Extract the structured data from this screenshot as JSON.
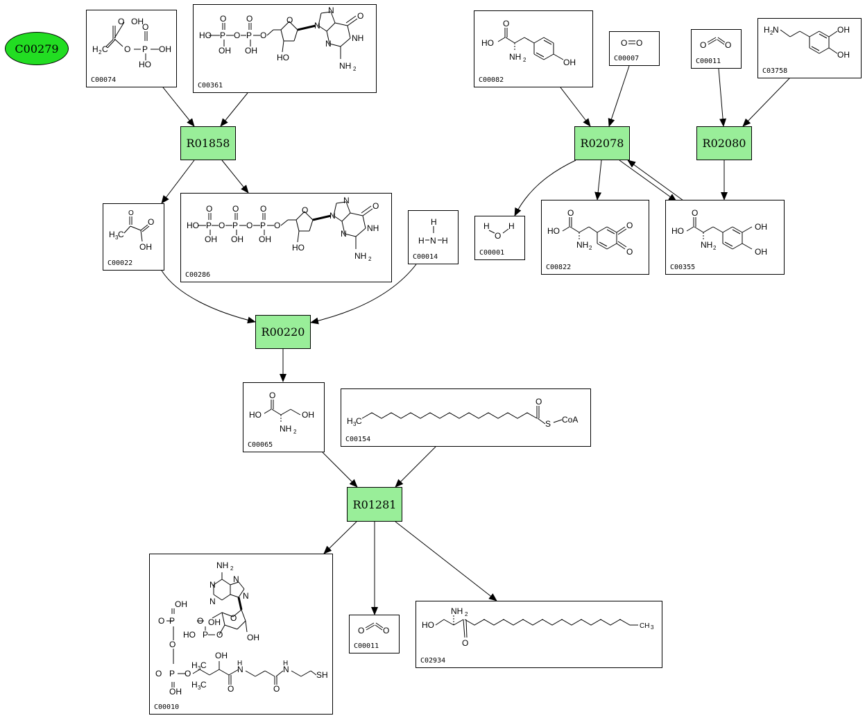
{
  "standalone": {
    "id": "C00279",
    "fill": "#22dd22"
  },
  "reaction_fill": "#99ee99",
  "reactions": [
    "R01858",
    "R02078",
    "R02080",
    "R00220",
    "R01281"
  ],
  "compounds": {
    "c00074": "C00074",
    "c00361": "C00361",
    "c00022": "C00022",
    "c00286": "C00286",
    "c00014": "C00014",
    "c00082": "C00082",
    "c00007": "C00007",
    "c00011a": "C00011",
    "c03758": "C03758",
    "c00001": "C00001",
    "c00822": "C00822",
    "c00355": "C00355",
    "c00065": "C00065",
    "c00154": "C00154",
    "c00010": "C00010",
    "c00011b": "C00011",
    "c02934": "C02934"
  }
}
